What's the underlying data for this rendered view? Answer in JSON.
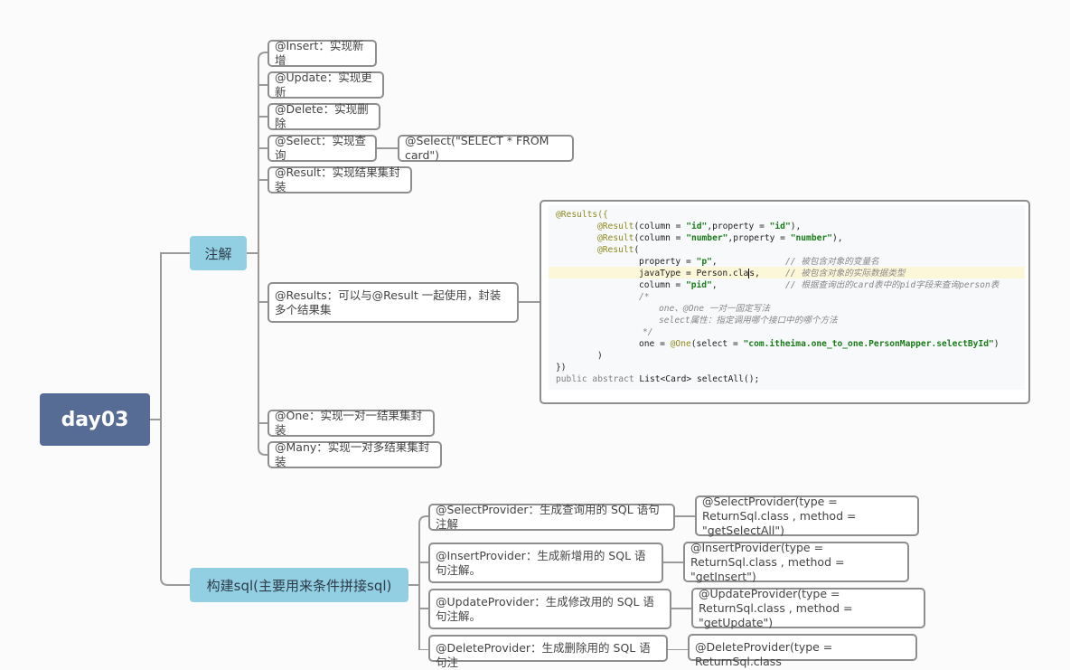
{
  "root": {
    "label": "day03"
  },
  "branches": {
    "annotations": {
      "label": "注解"
    },
    "build_sql": {
      "label": "构建sql(主要用来条件拼接sql)"
    }
  },
  "annotation_nodes": {
    "insert": "@Insert：实现新增",
    "update": "@Update：实现更新",
    "delete": "@Delete：实现删除",
    "select": "@Select：实现查询",
    "select_example": "@Select(\"SELECT * FROM card\")",
    "result": "@Result：实现结果集封装",
    "results": "@Results：可以与@Result 一起使用，封装多个结果集",
    "one": "@One：实现一对一结果集封装",
    "many": "@Many：实现一对多结果集封装"
  },
  "provider_nodes": {
    "select_provider": "@SelectProvider：生成查询用的 SQL 语句注解",
    "select_provider_example": "@SelectProvider(type = ReturnSql.class , method = \"getSelectAll\")",
    "insert_provider": "@InsertProvider：生成新增用的 SQL 语句注解。",
    "insert_provider_example": "@InsertProvider(type = ReturnSql.class , method = \"getInsert\")",
    "update_provider": "@UpdateProvider：生成修改用的 SQL 语句注解。",
    "update_provider_example": "@UpdateProvider(type = ReturnSql.class , method = \"getUpdate\")",
    "delete_provider": "@DeleteProvider：生成删除用的 SQL 语句注",
    "delete_provider_example": "@DeleteProvider(type = ReturnSql.class"
  },
  "code_sample": {
    "l1": "@Results({",
    "l2a": "@Result",
    "l2b": "(column = ",
    "l2c": "\"id\"",
    "l2d": ",property = ",
    "l2e": "\"id\"",
    "l2f": "),",
    "l3a": "@Result",
    "l3b": "(column = ",
    "l3c": "\"number\"",
    "l3d": ",property = ",
    "l3e": "\"number\"",
    "l3f": "),",
    "l4a": "@Result",
    "l4b": "(",
    "l5a": "property = ",
    "l5b": "\"p\"",
    "l5c": ",",
    "l5d": "// 被包含对象的变量名",
    "l6a": "javaType = Person.cla",
    "l6b": "s",
    "l6c": "s,",
    "l6d": "// 被包含对象的实际数据类型",
    "l7a": "column = ",
    "l7b": "\"pid\"",
    "l7c": ",",
    "l7d": "// 根据查询出的card表中的pid字段来查询person表",
    "l8": "/*",
    "l9": "one、@One 一对一固定写法",
    "l10": "select属性：指定调用哪个接口中的哪个方法",
    "l11": "*/",
    "l12a": "one = ",
    "l12b": "@One",
    "l12c": "(select = ",
    "l12d": "\"com.itheima.one_to_one.PersonMapper.selectById\"",
    "l12e": ")",
    "l13": ")",
    "l14": "})",
    "l15a": "public abstract",
    "l15b": " List<Card> selectAll();"
  },
  "colors": {
    "root_bg": "#566c95",
    "branch_bg": "#92cfe3",
    "node_border": "#8e8e8e",
    "connector": "#9a9a9a",
    "annotation_color": "#8f8a21",
    "string_color": "#1a7b1a",
    "comment_color": "#888888",
    "highlight_line": "#fdf7d9"
  }
}
